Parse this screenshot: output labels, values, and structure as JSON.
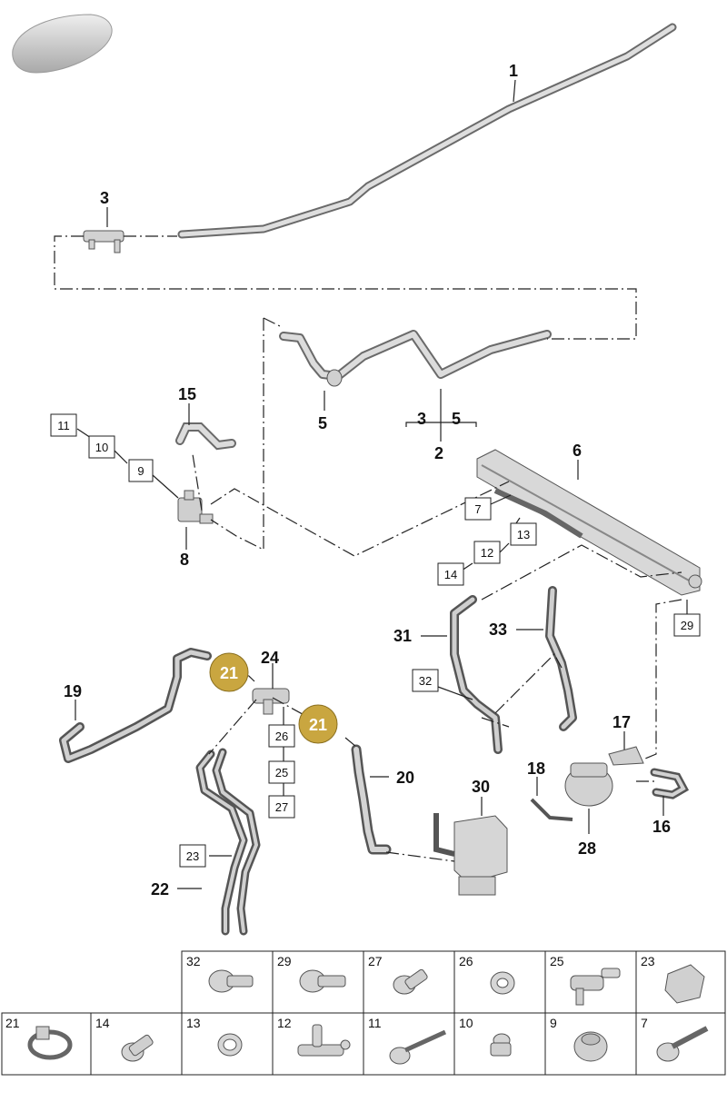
{
  "labels": {
    "p1": "1",
    "p2": "2",
    "p3": "3",
    "p3b": "3",
    "p5": "5",
    "p5b": "5",
    "p6": "6",
    "p8": "8",
    "p15": "15",
    "p16": "16",
    "p17": "17",
    "p18": "18",
    "p19": "19",
    "p20": "20",
    "p22": "22",
    "p24": "24",
    "p28": "28",
    "p30": "30",
    "p31": "31",
    "p33": "33"
  },
  "boxed": {
    "b7": "7",
    "b9": "9",
    "b10": "10",
    "b11": "11",
    "b12": "12",
    "b13": "13",
    "b14": "14",
    "b23": "23",
    "b25": "25",
    "b26": "26",
    "b27": "27",
    "b29": "29",
    "b32": "32"
  },
  "badges": {
    "a": "21",
    "b": "21"
  },
  "fastener_table": {
    "row1": [
      "32",
      "29",
      "27",
      "26",
      "25",
      "23"
    ],
    "row2": [
      "21",
      "14",
      "13",
      "12",
      "11",
      "10",
      "9",
      "7"
    ]
  },
  "colors": {
    "badge": "#c9a640",
    "part_fill": "#cfcfcf",
    "part_stroke": "#5a5a5a",
    "line": "#222222"
  }
}
